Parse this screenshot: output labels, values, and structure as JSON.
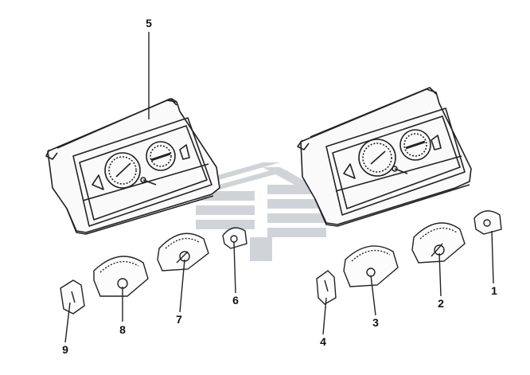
{
  "callouts": [
    {
      "number": "5"
    },
    {
      "number": "1"
    },
    {
      "number": "2"
    },
    {
      "number": "3"
    },
    {
      "number": "4"
    },
    {
      "number": "6"
    },
    {
      "number": "7"
    },
    {
      "number": "8"
    },
    {
      "number": "9"
    }
  ],
  "colors": {
    "line": "#222222",
    "watermark": "#c8cdd2",
    "background": "#ffffff"
  }
}
